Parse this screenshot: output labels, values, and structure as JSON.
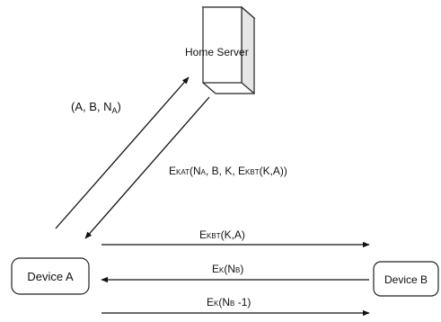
{
  "nodes": {
    "server": "Home Server",
    "device_a": "Device A",
    "device_b": "Device B"
  },
  "messages": {
    "m1": {
      "p1": "(A, B, N",
      "sub": "A",
      "p2": ")"
    },
    "m2": {
      "p1": "E",
      "sub1": "KAT",
      "p2": "(N",
      "sub2": "A",
      "p3": ", B, K, E",
      "sub3": "KBT",
      "p4": "(K,A))"
    },
    "m3": {
      "p1": "E",
      "sub1": "KBT",
      "p2": "(K,A)"
    },
    "m4": {
      "p1": "E",
      "sub1": "K",
      "p2": "(N",
      "sub2": "B",
      "p3": ")"
    },
    "m5": {
      "p1": "E",
      "sub1": "K",
      "p2": "(N",
      "sub2": "B",
      "p3": " -1)"
    }
  }
}
